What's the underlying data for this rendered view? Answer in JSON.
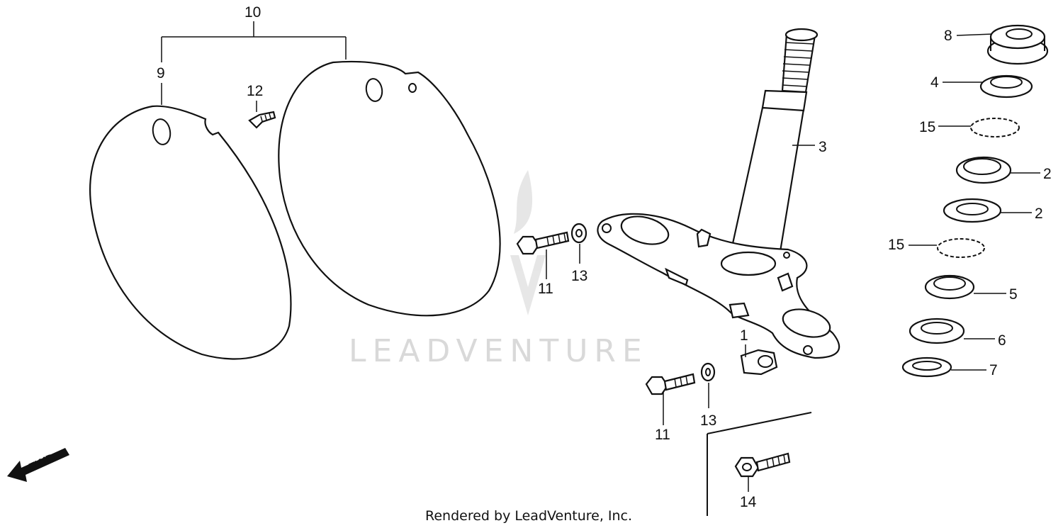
{
  "watermark": "LEADVENTURE",
  "footer": "Rendered by LeadVenture, Inc.",
  "direction_label": "FWD",
  "colors": {
    "ink": "#111111",
    "watermark": "#d9d9d9",
    "background": "#ffffff"
  },
  "callouts": {
    "c10": "10",
    "c9": "9",
    "c12": "12",
    "c3": "3",
    "c8": "8",
    "c4": "4",
    "c15a": "15",
    "c2a": "2",
    "c2b": "2",
    "c15b": "15",
    "c5": "5",
    "c6": "6",
    "c7": "7",
    "c11a": "11",
    "c13a": "13",
    "c1": "1",
    "c11b": "11",
    "c13b": "13",
    "c14": "14"
  }
}
